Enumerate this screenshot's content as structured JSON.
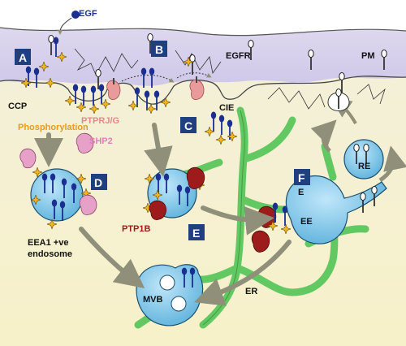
{
  "colors": {
    "membrane": "#d9d4ee",
    "cytoplasm": "#f7f3d6",
    "receptor": "#1a2f8f",
    "endosome": "#88ccee",
    "er": "#6ed46e",
    "ptp1b": "#9e1b1b",
    "shp2": "#e7a0c7",
    "ptprj": "#e99a9a",
    "phospho": "#f2b61c",
    "arrow": "#8f8f7a",
    "badge": "#1f3f7f"
  },
  "labels": {
    "egf": "EGF",
    "egfr": "EGFR",
    "pm": "PM",
    "ccp": "CCP",
    "cie": "CIE",
    "ptprj": "PTPRJ/G",
    "phosphorylation": "Phosphorylation",
    "shp2": "SHP2",
    "ptp1b": "PTP1B",
    "eea1_line1": "EEA1 +ve",
    "eea1_line2": "endosome",
    "ee": "EE",
    "re": "RE",
    "er": "ER",
    "mvb": "MVB"
  },
  "badges": {
    "a": "A",
    "b": "B",
    "c": "C",
    "d": "D",
    "e": "E",
    "f": "F",
    "f_sub": "E"
  }
}
